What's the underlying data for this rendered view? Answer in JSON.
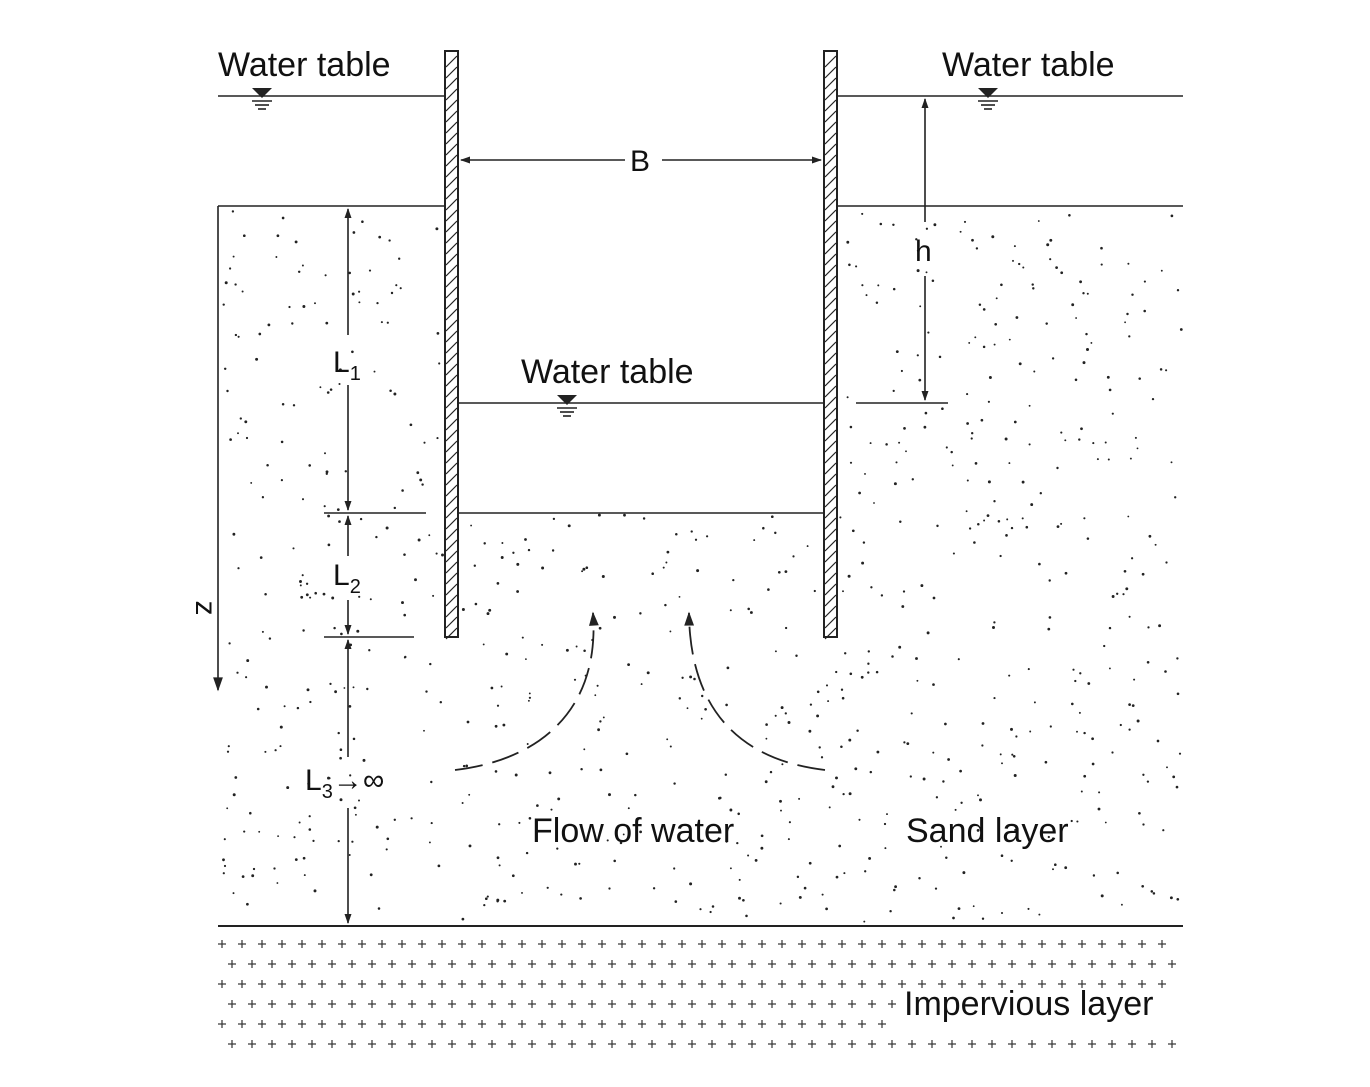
{
  "labels": {
    "water_table_left": "Water table",
    "water_table_right": "Water table",
    "water_table_inside": "Water table",
    "width_B": "B",
    "head_h": "h",
    "L1_main": "L",
    "L1_sub": "1",
    "L2_main": "L",
    "L2_sub": "2",
    "L3_main": "L",
    "L3_sub": "3",
    "L3_suffix": "→∞",
    "depth_axis": "z",
    "flow": "Flow of water",
    "sand": "Sand layer",
    "impervious": "Impervious layer"
  }
}
